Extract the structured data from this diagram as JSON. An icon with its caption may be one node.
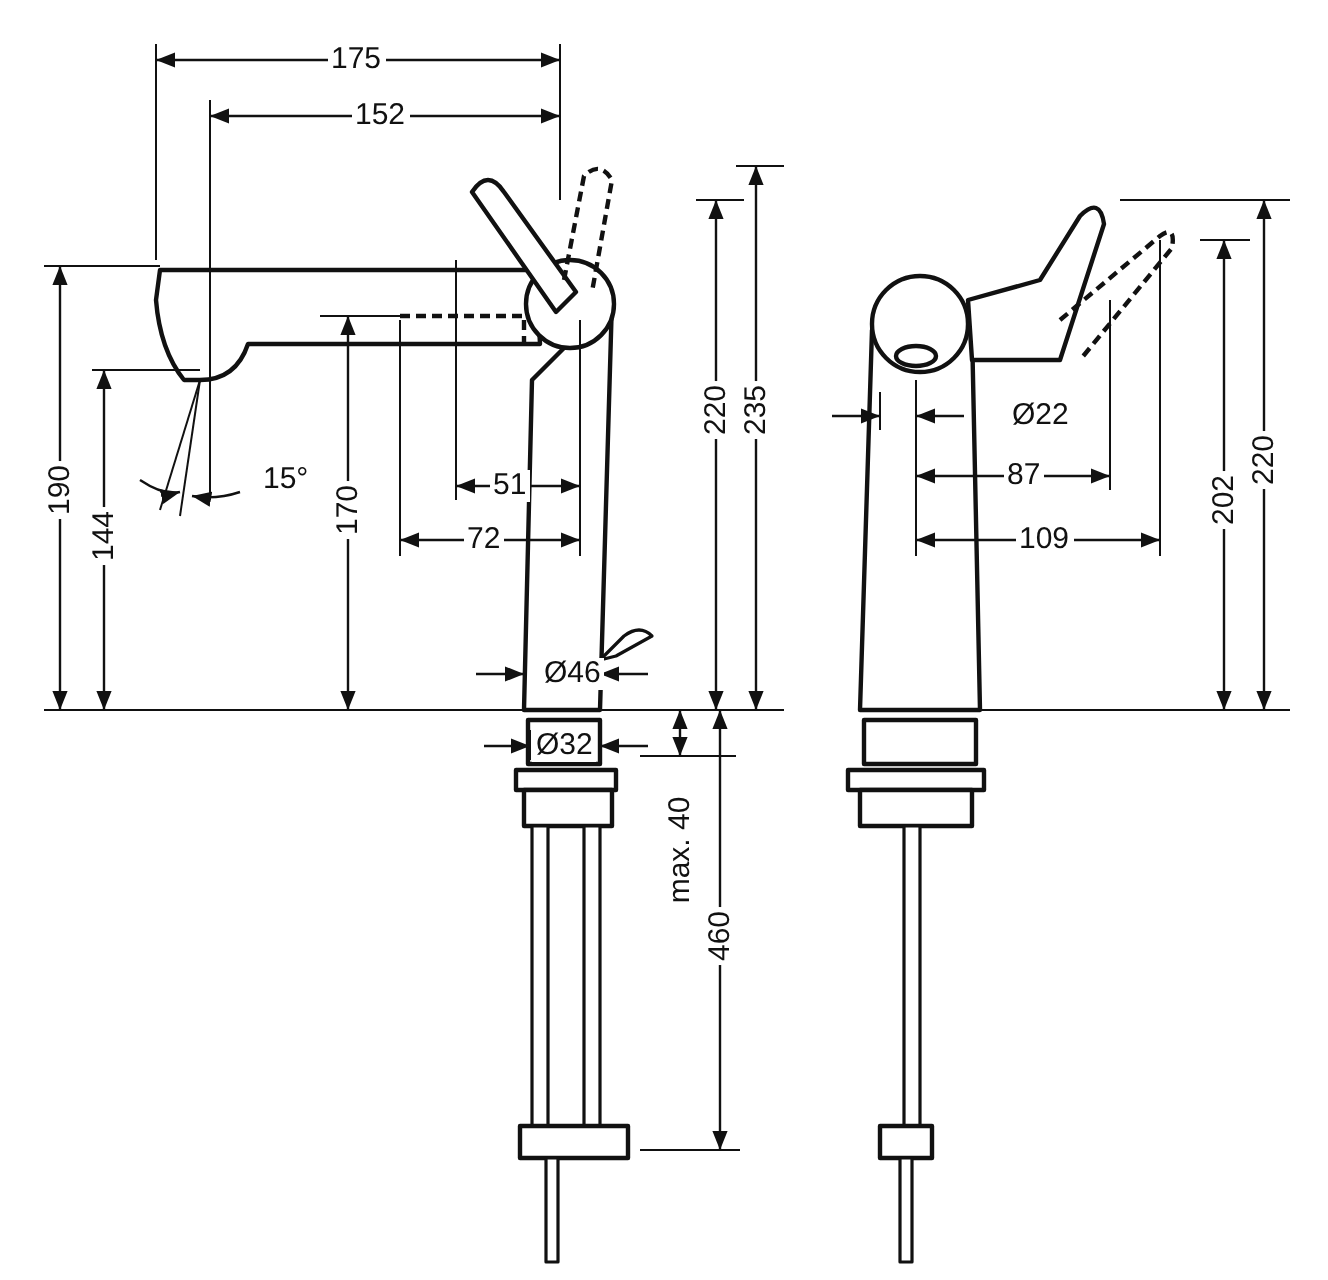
{
  "diagram": {
    "labels": [
      "175",
      "152",
      "220",
      "235",
      "202",
      "220",
      "Ø22",
      "15°",
      "51",
      "87",
      "190",
      "144",
      "170",
      "72",
      "109",
      "Ø46",
      "Ø32",
      "max. 40",
      "460"
    ]
  }
}
